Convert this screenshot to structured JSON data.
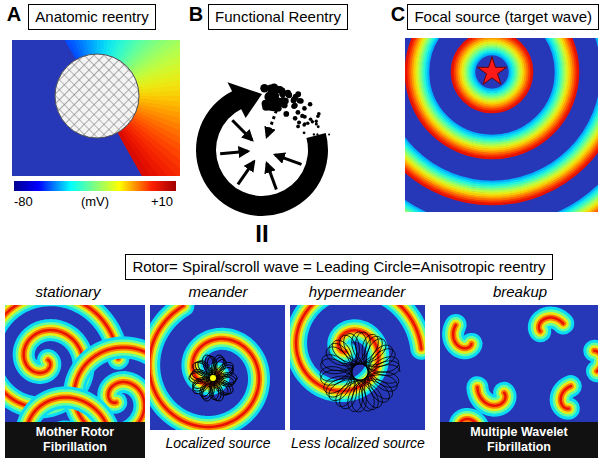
{
  "diagram": {
    "nodes": [
      {
        "text": [
          "Anatomic reentry"
        ]
      },
      {
        "text": [
          "Functional Reentry"
        ]
      },
      {
        "text": [
          "Focal source (target wave)"
        ]
      },
      {
        "text": [
          "Rotor= Spiral/scroll wave = Leading Circle=Anisotropic reentry"
        ]
      },
      {
        "text": [
          "Mother Rotor Fibrillation"
        ]
      },
      {
        "text": [
          "Multiple Wavelet Fibrillation"
        ]
      }
    ],
    "labels": [
      "A",
      "B",
      "C",
      "-80",
      "(mV)",
      "+10",
      "II",
      "stationary",
      "meander",
      "hypermeander",
      "breakup",
      "Localized source",
      "Less localized source"
    ]
  }
}
